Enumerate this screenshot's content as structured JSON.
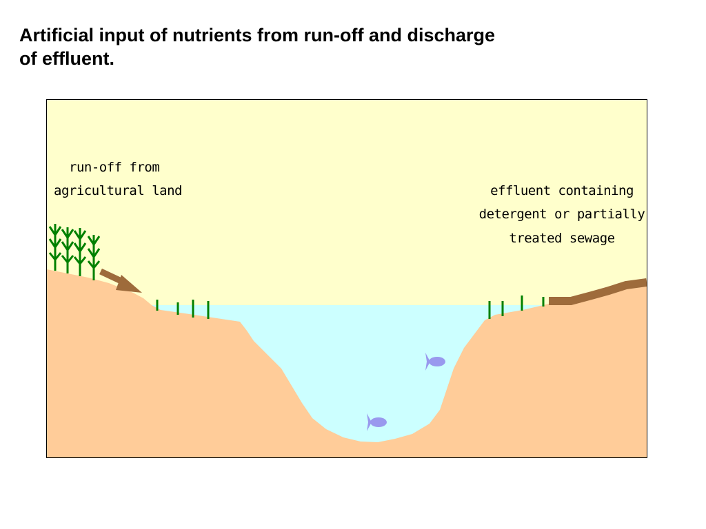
{
  "title_line1": "Artificial input of nutrients from run-off and discharge",
  "title_line2": "of effluent.",
  "labels": {
    "runoff_line1": "run-off from",
    "runoff_line2": "agricultural land",
    "effluent_line1": "effluent containing",
    "effluent_line2": "detergent or partially",
    "effluent_line3": "treated sewage"
  },
  "colors": {
    "sky": "#ffffcc",
    "water": "#ccffff",
    "land": "#ffcc99",
    "plant": "#008000",
    "flow_arrow": "#9e6b3b",
    "fish": "#9999ee"
  }
}
